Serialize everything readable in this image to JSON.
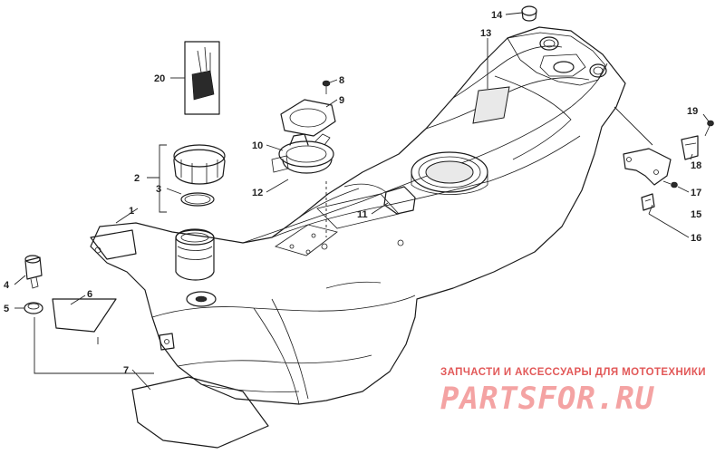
{
  "callouts": [
    {
      "id": "c1",
      "label": "1"
    },
    {
      "id": "c2",
      "label": "2"
    },
    {
      "id": "c3",
      "label": "3"
    },
    {
      "id": "c4",
      "label": "4"
    },
    {
      "id": "c5",
      "label": "5"
    },
    {
      "id": "c6",
      "label": "6"
    },
    {
      "id": "c7",
      "label": "7"
    },
    {
      "id": "c8",
      "label": "8"
    },
    {
      "id": "c9",
      "label": "9"
    },
    {
      "id": "c10",
      "label": "10"
    },
    {
      "id": "c11",
      "label": "11"
    },
    {
      "id": "c12",
      "label": "12"
    },
    {
      "id": "c13",
      "label": "13"
    },
    {
      "id": "c14",
      "label": "14"
    },
    {
      "id": "c15",
      "label": "15"
    },
    {
      "id": "c16",
      "label": "16"
    },
    {
      "id": "c17",
      "label": "17"
    },
    {
      "id": "c18",
      "label": "18"
    },
    {
      "id": "c19",
      "label": "19"
    },
    {
      "id": "c20",
      "label": "20"
    }
  ],
  "watermark": {
    "tagline": "ЗАПЧАСТИ И АКСЕССУАРЫ ДЛЯ МОТОТЕХНИКИ",
    "logo": "PARTSFOR.RU",
    "color": "#e25858",
    "logo_color": "#f4a3a3"
  }
}
